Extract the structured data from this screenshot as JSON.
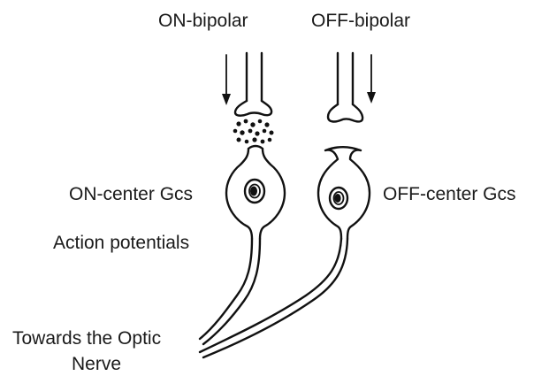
{
  "labels": {
    "on_bipolar": "ON-bipolar",
    "off_bipolar": "OFF-bipolar",
    "on_center": "ON-center Gcs",
    "off_center": "OFF-center Gcs",
    "action_potentials": "Action potentials",
    "towards_line1": "Towards the Optic",
    "towards_line2": "Nerve"
  },
  "colors": {
    "ink": "#111111",
    "text": "#1a1a1a",
    "background": "#ffffff"
  }
}
